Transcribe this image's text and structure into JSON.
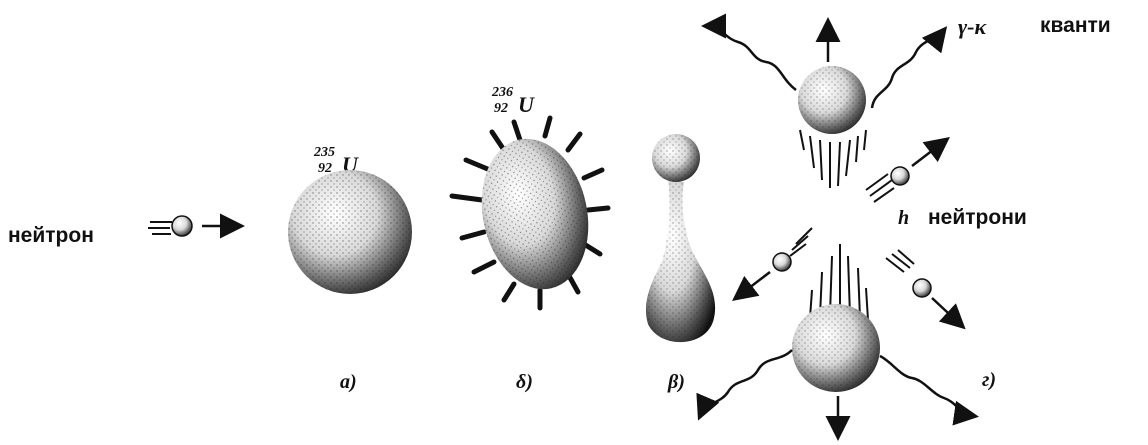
{
  "labels": {
    "neutron": "нейтрон",
    "gamma_prefix": "γ-κ",
    "quanta": "кванти",
    "n_symbol": "h",
    "neutrons": "нейтрони",
    "u235_mass": "235",
    "u235_charge": "92",
    "u235_symbol": "U",
    "u236_mass": "236",
    "u236_charge": "92",
    "u236_symbol": "U",
    "stage_a": "a)",
    "stage_b": "δ)",
    "stage_c": "β)",
    "stage_d": "г)"
  },
  "colors": {
    "ink": "#111111",
    "paper": "#ffffff"
  }
}
